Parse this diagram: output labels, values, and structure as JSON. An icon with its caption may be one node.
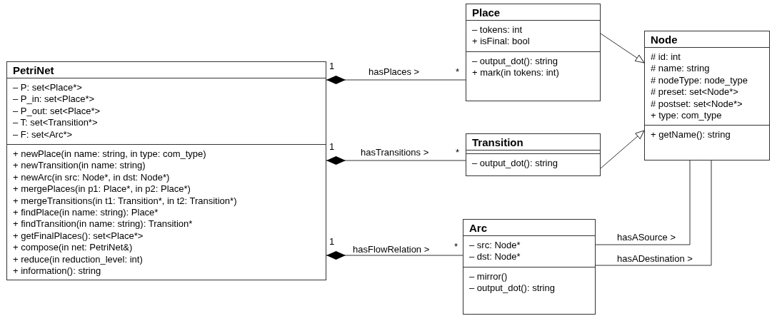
{
  "diagram": {
    "nodes": [
      {
        "text": [
          "PetriNet",
          "– P: set<Place*>",
          "– P_in: set<Place*>",
          "– P_out: set<Place*>",
          "– T: set<Transition*>",
          "– F: set<Arc*>",
          "+ newPlace(in name: string, in type: com_type)",
          "+ newTransition(in name: string)",
          "+ newArc(in src: Node*, in dst: Node*)",
          "+ mergePlaces(in p1: Place*, in p2: Place*)",
          "+ mergeTransitions(in t1: Transition*, in t2: Transition*)",
          "+ findPlace(in name: string): Place*",
          "+ findTransition(in name: string): Transition*",
          "+ getFinalPlaces(): set<Place*>",
          "+ compose(in net: PetriNet&)",
          "+ reduce(in reduction_level: int)",
          "+ information(): string"
        ]
      },
      {
        "text": [
          "Place",
          "– tokens: int",
          "+ isFinal: bool",
          "– output_dot(): string",
          "+ mark(in tokens: int)"
        ]
      },
      {
        "text": [
          "Transition",
          "– output_dot(): string"
        ]
      },
      {
        "text": [
          "Arc",
          "– src: Node*",
          "– dst: Node*",
          "– mirror()",
          "– output_dot(): string"
        ]
      },
      {
        "text": [
          "Node",
          "# id: int",
          "# name: string",
          "# nodeType: node_type",
          "# preset: set<Node*>",
          "# postset: set<Node*>",
          "+ type: com_type",
          "+ getName(): string"
        ]
      }
    ],
    "edges": [
      {
        "from": 0,
        "to": 1,
        "arrow": "other",
        "label": "hasPlaces >"
      },
      {
        "from": 0,
        "to": 2,
        "arrow": "other",
        "label": "hasTransitions >"
      },
      {
        "from": 0,
        "to": 3,
        "arrow": "other",
        "label": "hasFlowRelation >"
      },
      {
        "from": 1,
        "to": 4,
        "arrow": "to"
      },
      {
        "from": 2,
        "to": 4,
        "arrow": "to"
      },
      {
        "from": 3,
        "to": 4,
        "arrow": "none",
        "label": "hasASource >"
      },
      {
        "from": 3,
        "to": 4,
        "arrow": "none",
        "label": "hasADestination >"
      }
    ],
    "labels": [
      "1",
      "*",
      "1",
      "*",
      "1",
      "*"
    ]
  }
}
